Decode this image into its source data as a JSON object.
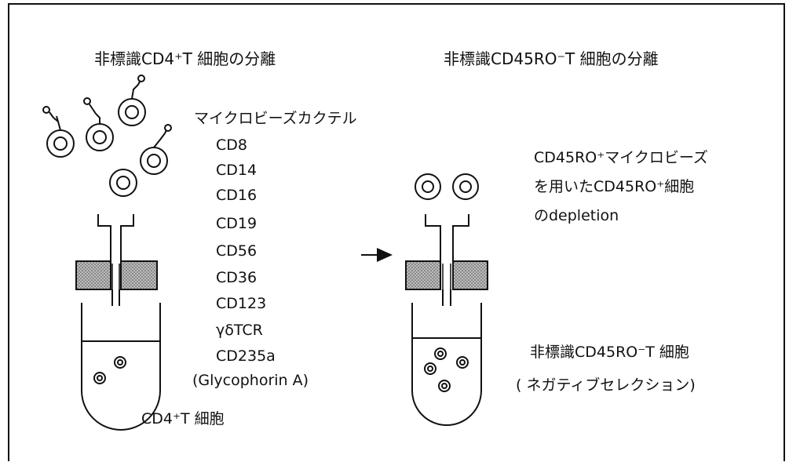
{
  "left_panel": {
    "title": "非標識CD4⁺T 細胞の分離",
    "cocktail_label": "マイクロビーズカクテル",
    "markers": [
      "CD8",
      "CD14",
      "CD16",
      "CD19",
      "CD56",
      "CD36",
      "CD123",
      "γδTCR",
      "CD235a"
    ],
    "marker_note": "(Glycophorin A)",
    "output_label": "CD4⁺T 細胞"
  },
  "right_panel": {
    "title": "非標識CD45RO⁻T 細胞の分離",
    "depletion_line1": "CD45RO⁺マイクロビーズ",
    "depletion_line2": "を用いたCD45RO⁺細胞",
    "depletion_line3": "のdepletion",
    "output_line1": "非標識CD45RO⁻T 細胞",
    "output_line2": "( ネガティブセレクション)"
  }
}
